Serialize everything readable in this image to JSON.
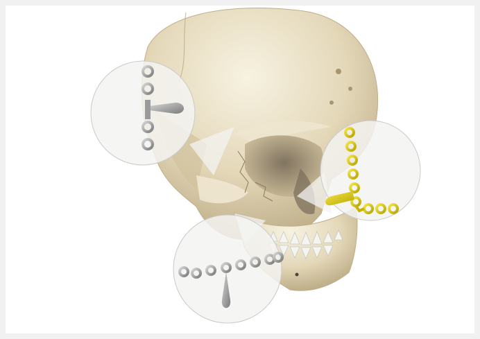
{
  "image": {
    "subject": "skull-with-bone-plates",
    "colors": {
      "frame_background": "#f1f1f1",
      "canvas": "#ffffff",
      "bone": "#e6dcc0",
      "bone_shadow": "#b9a986",
      "bone_highlight": "#f6f1df",
      "callout_fill": "#f3f3f1",
      "callout_stroke": "#c9c9c9",
      "plate_silver": "#9a9a9a",
      "plate_gold": "#e3cf10",
      "plate_gold_dark": "#9f8f00",
      "teeth": "#f4f4f0"
    },
    "plates": [
      {
        "name": "orbital-t-plate",
        "finish": "silver"
      },
      {
        "name": "maxillary-l-plate",
        "finish": "gold"
      },
      {
        "name": "mandible-straight-plate",
        "finish": "silver"
      }
    ]
  }
}
